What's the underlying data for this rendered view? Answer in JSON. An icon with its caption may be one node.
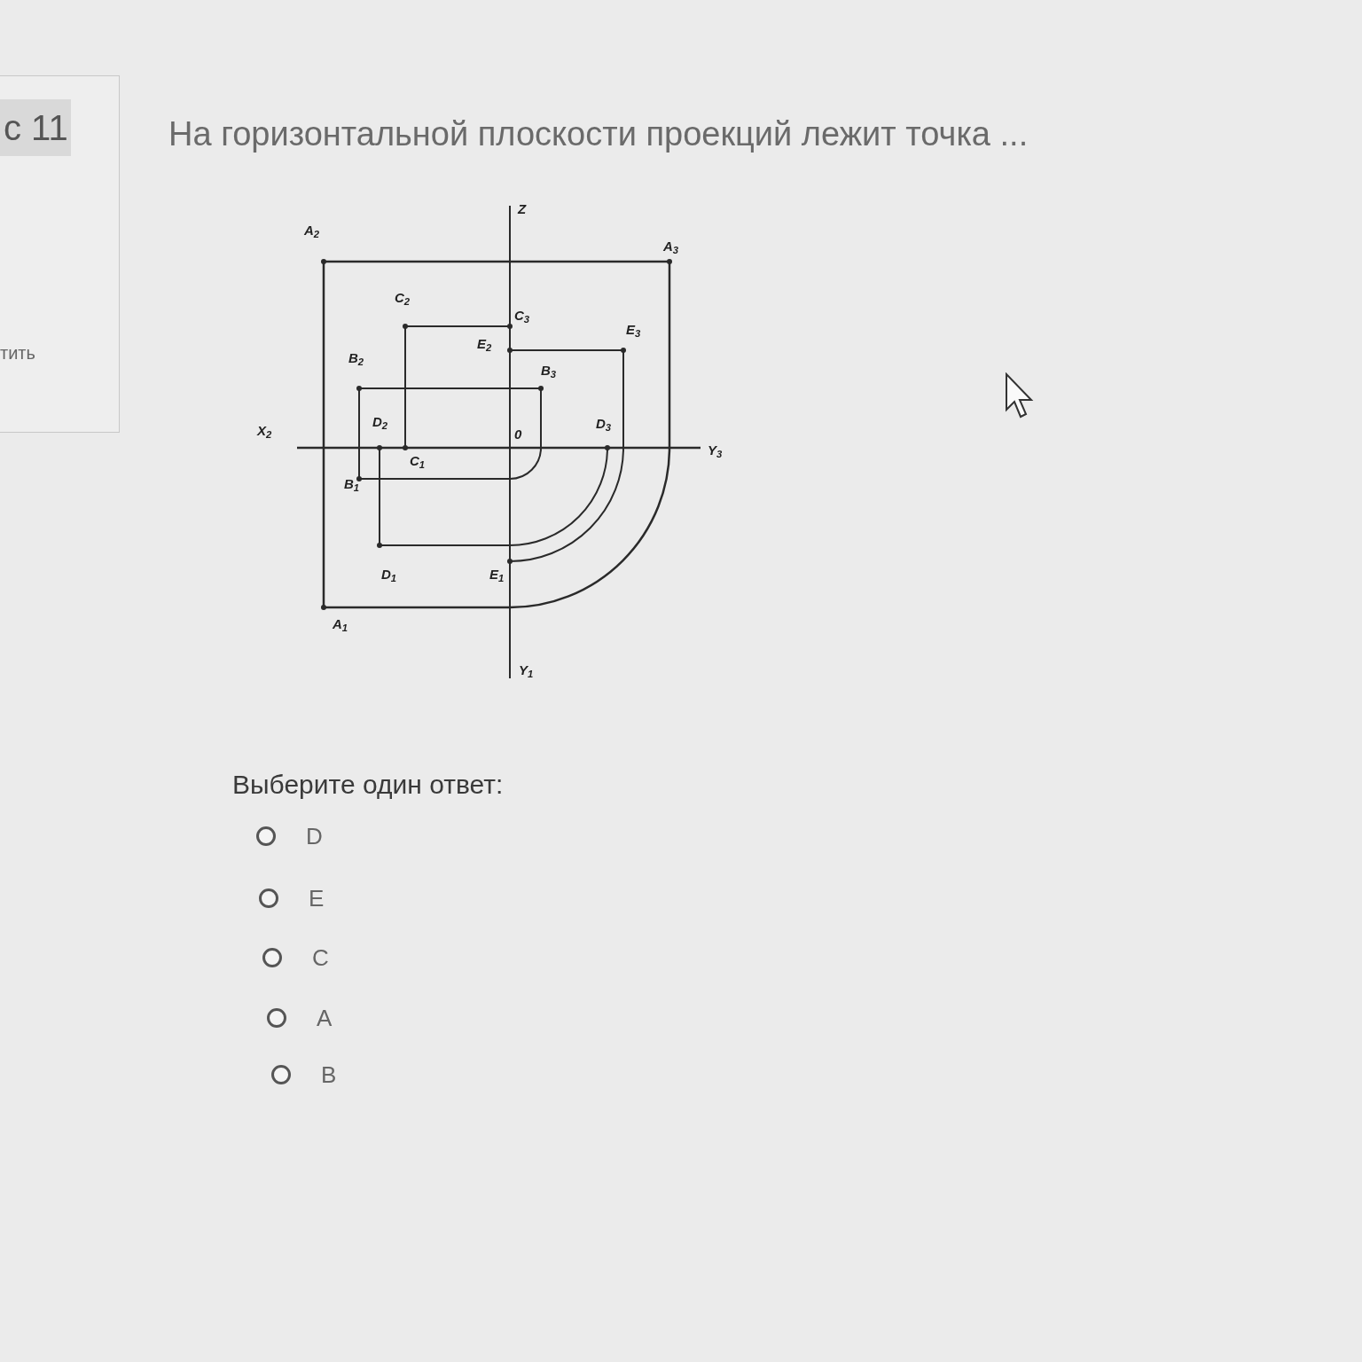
{
  "diagram": {
    "title": "На горизонтальной плоскости проекций лежит точка ...",
    "labels": [
      "с 11",
      "тить",
      "Z",
      "A$_{2}$",
      "A$_{3}$",
      "C$_{2}$",
      "C$_{3}$",
      "E$_{2}$",
      "E$_{3}$",
      "B$_{2}$",
      "B$_{3}$",
      "X$_{2}$",
      "D$_{2}$",
      "0",
      "D$_{3}$",
      "Y$_{3}$",
      "C$_{1}$",
      "B$_{1}$",
      "D$_{1}$",
      "E$_{1}$",
      "A$_{1}$",
      "Y$_{1}$",
      "Выберите один ответ:",
      "D",
      "E",
      "C",
      "A",
      "B"
    ]
  }
}
